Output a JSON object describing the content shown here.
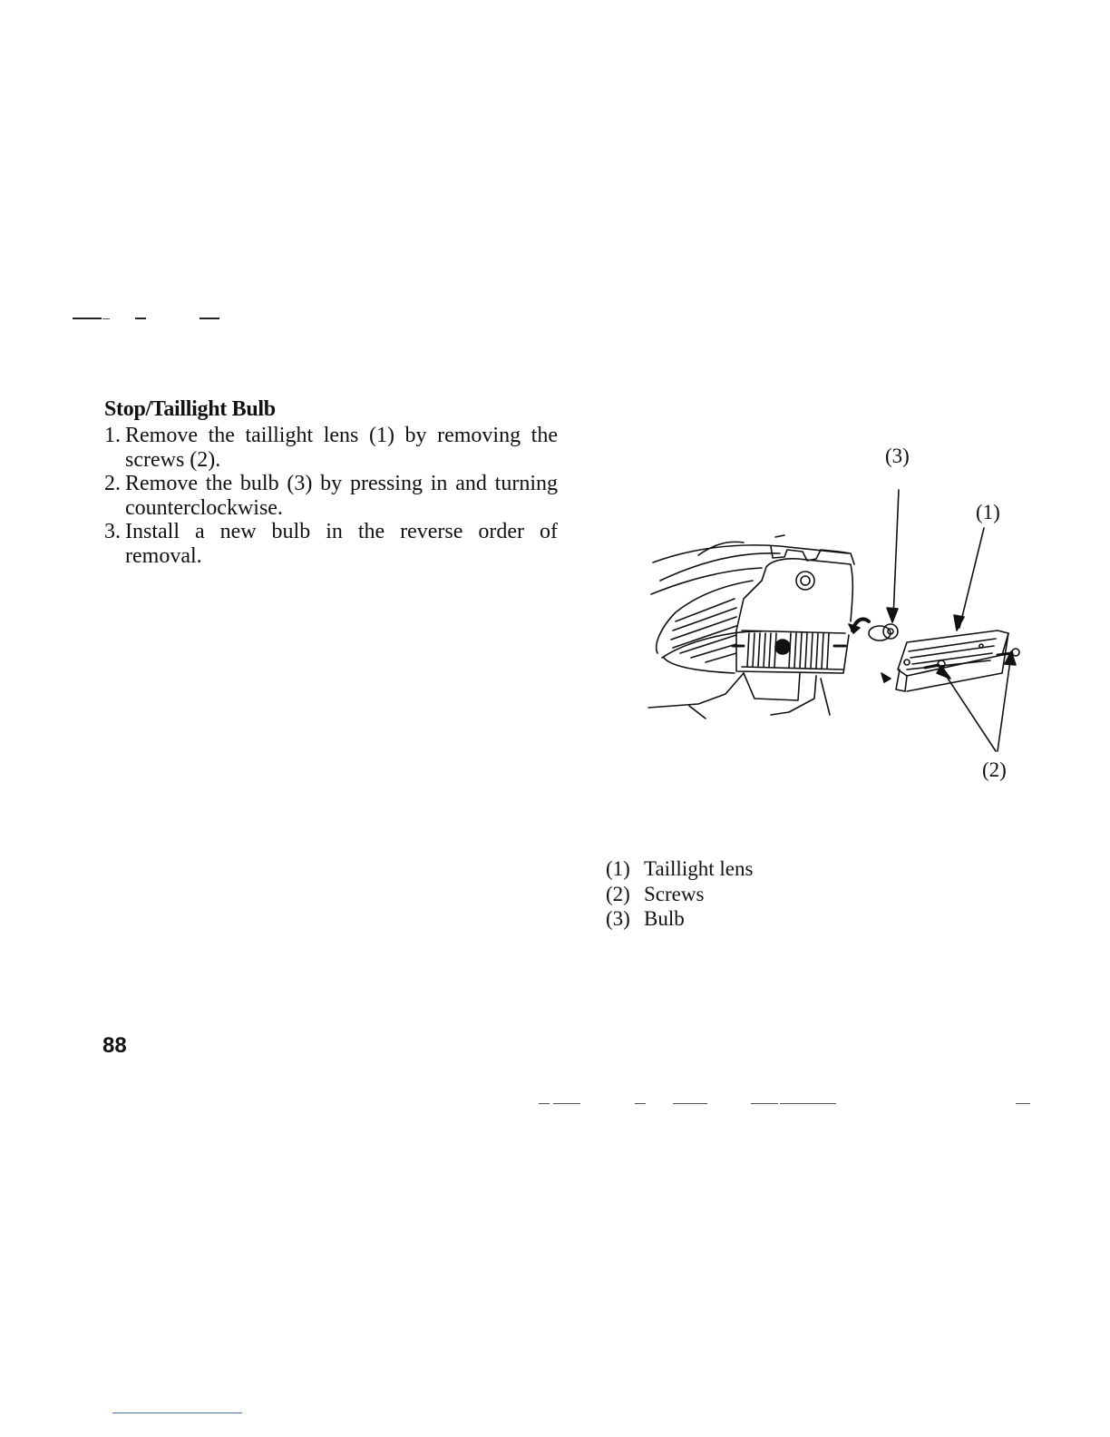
{
  "section": {
    "heading": "Stop/Taillight Bulb",
    "steps": [
      {
        "num": "1.",
        "text": "Remove the taillight lens (1) by removing the screws (2)."
      },
      {
        "num": "2.",
        "text": "Remove the bulb (3) by pressing in and turning counterclockwise."
      },
      {
        "num": "3.",
        "text": "Install a new bulb in the reverse order of removal."
      }
    ]
  },
  "figure": {
    "callouts": [
      "(3)",
      "(1)",
      "(2)"
    ]
  },
  "legend": [
    {
      "num": "(1)",
      "label": "Taillight lens"
    },
    {
      "num": "(2)",
      "label": "Screws"
    },
    {
      "num": "(3)",
      "label": "Bulb"
    }
  ],
  "page_number": "88"
}
